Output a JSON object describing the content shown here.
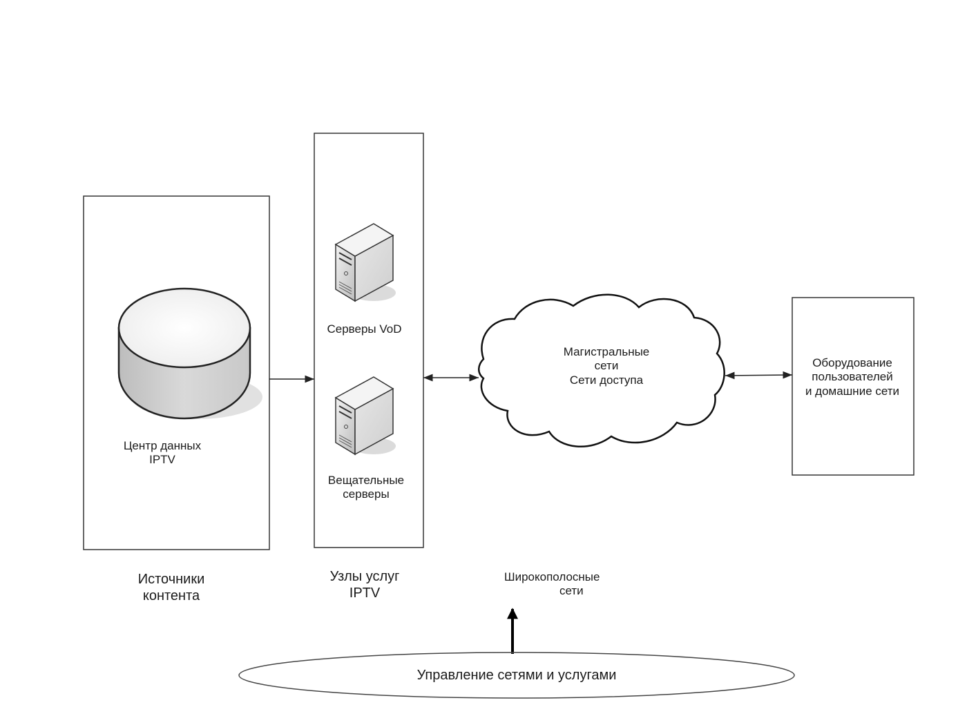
{
  "diagram": {
    "content_sources": {
      "item_label_line1": "Центр данных",
      "item_label_line2": "IPTV",
      "caption_line1": "Источники",
      "caption_line2": "контента",
      "icon": "database-cylinder-icon"
    },
    "service_nodes": {
      "vod_label": "Серверы VoD",
      "broadcast_label_line1": "Вещательные",
      "broadcast_label_line2": "серверы",
      "caption_line1": "Узлы услуг",
      "caption_line2": "IPTV",
      "icon": "server-tower-icon"
    },
    "broadband": {
      "cloud_line1": "Магистральные",
      "cloud_line2": "сети",
      "cloud_line3": "Сети доступа",
      "caption_line1": "Широкополосные",
      "caption_line2": "сети",
      "icon": "cloud-icon"
    },
    "user_equipment": {
      "line1": "Оборудование",
      "line2": "пользователей",
      "line3": "и домашние сети"
    },
    "management": {
      "label": "Управление сетями и услугами"
    },
    "connections": [
      {
        "from": "content_sources",
        "to": "service_nodes",
        "type": "one-way"
      },
      {
        "from": "service_nodes",
        "to": "broadband",
        "type": "two-way"
      },
      {
        "from": "broadband",
        "to": "user_equipment",
        "type": "two-way"
      },
      {
        "from": "management",
        "to": "broadband",
        "type": "one-way-bold"
      }
    ]
  }
}
